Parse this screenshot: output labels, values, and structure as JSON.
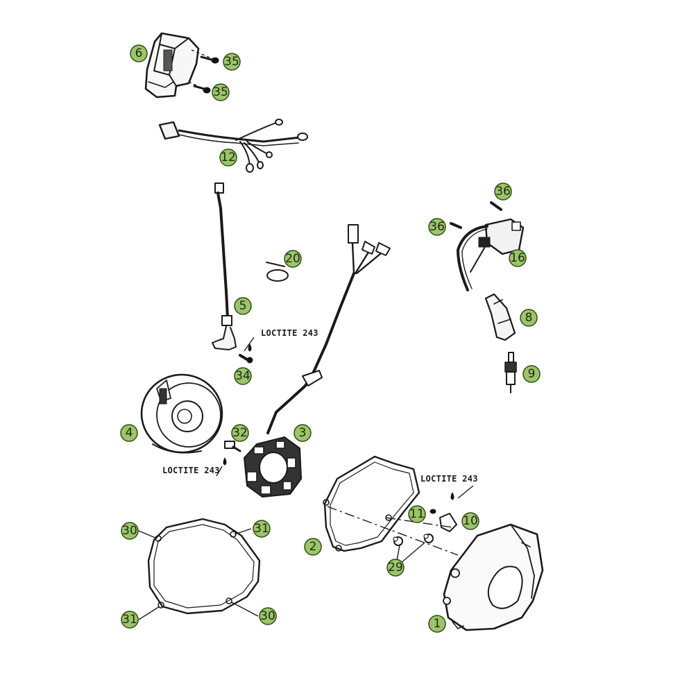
{
  "colors": {
    "badge_fill": "#9cc46c",
    "line": "#1a1a1a",
    "background": "#ffffff"
  },
  "notes": {
    "loctite_ignition": "LOCTITE 243",
    "loctite_stator": "LOCTITE 243",
    "loctite_cover": "LOCTITE 243"
  },
  "callouts": {
    "cdi_unit": "6",
    "cdi_screw_top": "35",
    "cdi_screw_bottom": "35",
    "wiring_harness": "12",
    "coil_screw_top": "36",
    "coil_screw_left": "36",
    "ignition_coil": "16",
    "cable_tie": "20",
    "pickup_cable": "5",
    "spark_plug_cap": "8",
    "spark_plug": "9",
    "pickup_screw": "34",
    "flywheel": "4",
    "stator_screw": "32",
    "stator": "3",
    "gasket_large": "2",
    "cover_screw": "11",
    "cover_plate": "10",
    "dowel": "29",
    "ignition_cover": "1",
    "gasket_top_left": "30",
    "gasket_top_right": "31",
    "gasket_bottom_left": "31",
    "gasket_bottom_right": "30"
  }
}
